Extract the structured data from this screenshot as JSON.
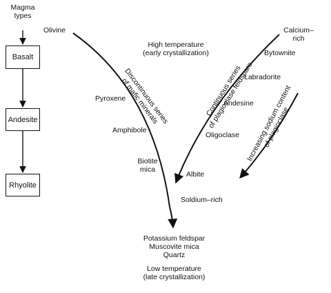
{
  "magma": {
    "title_line1": "Magma",
    "title_line2": "types",
    "basalt": "Basalt",
    "andesite": "Andesite",
    "rhyolite": "Rhyolite"
  },
  "header": {
    "high_line1": "High temperature",
    "high_line2": "(early crystallization)"
  },
  "discontinuous": {
    "olivine": "Olivine",
    "pyroxene": "Pyroxene",
    "amphibole": "Amphibole",
    "biotite_line1": "Biotite",
    "biotite_line2": "mica",
    "series_line1": "Discontinuous series",
    "series_line2": "of mafic minerals"
  },
  "continuous": {
    "calcium_line1": "Calcium–",
    "calcium_line2": "rich",
    "bytownite": "Bytownite",
    "labradorite": "Labradorite",
    "andesine": "Andesine",
    "oligoclase": "Oligoclase",
    "albite": "Albite",
    "sodium": "Soldium–rich",
    "series_line1": "Continuous series",
    "series_line2": "of plagioclase feldspare",
    "increasing_line1": "Increasing sodium content",
    "increasing_line2": "of plagioclase"
  },
  "bottom": {
    "potassium": "Potassium feldspar",
    "muscovite": "Muscovite mica",
    "quartz": "Quartz",
    "low_line1": "Low temperature",
    "low_line2": "(late crystallization)"
  },
  "colors": {
    "ink": "#111111",
    "background": "#ffffff"
  }
}
